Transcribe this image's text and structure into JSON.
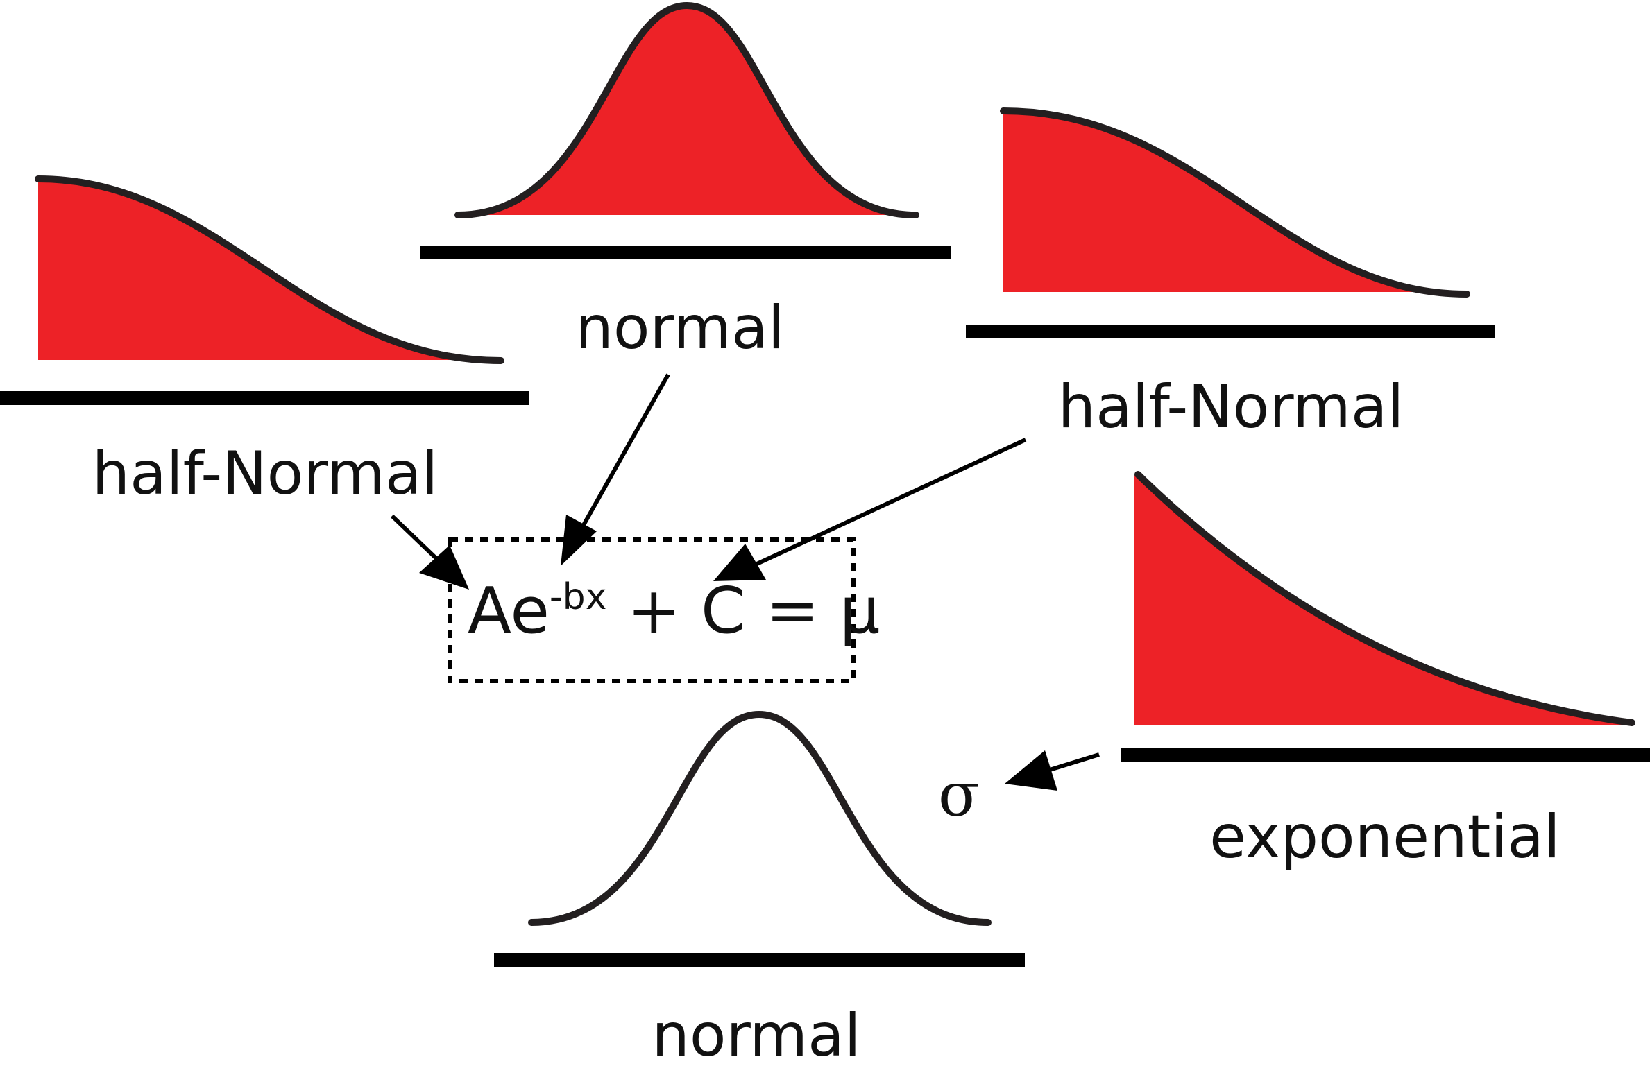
{
  "labels": {
    "half_normal_left": "half-Normal",
    "normal_top": "normal",
    "half_normal_right": "half-Normal",
    "exponential": "exponential",
    "normal_bottom": "normal",
    "sigma": "σ"
  },
  "equation": {
    "base": "Ae",
    "superscript": "-bx",
    "rest": " + C = μ"
  },
  "colors": {
    "fill": "#ed2227",
    "outline": "#231f20",
    "baseline": "#000000"
  }
}
